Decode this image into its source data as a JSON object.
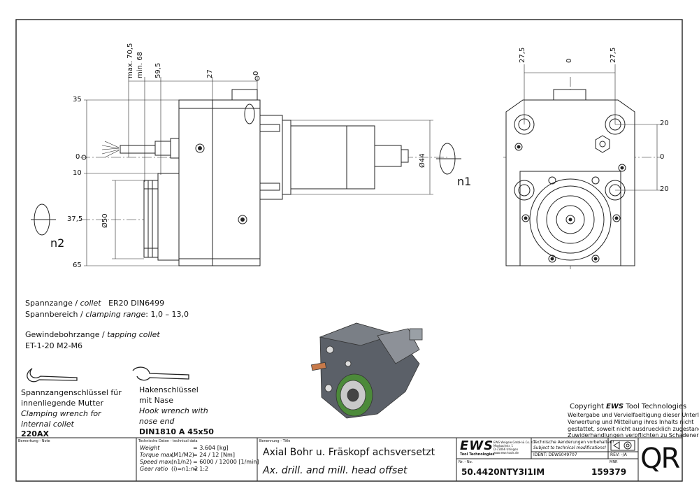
{
  "dims": {
    "side": {
      "top": [
        "max. 70,5",
        "min. 68",
        "59,5",
        "27",
        "0"
      ],
      "left": [
        "35",
        "0",
        "10",
        "37,5",
        "65"
      ],
      "dia50": "Ø50",
      "dia44": "Ø44",
      "n1": "n1",
      "n2": "n2"
    },
    "front": {
      "top": [
        "27,5",
        "0",
        "27,5"
      ],
      "right": [
        "20",
        "0",
        "20"
      ]
    }
  },
  "notes": {
    "collet_line1_de": "Spannzange /",
    "collet_line1_en": "collet",
    "collet_line1_spec": "ER20    DIN6499",
    "clamp_de": "Spannbereich /",
    "clamp_en": "clamping range",
    "clamp_val": ": 1,0 – 13,0",
    "tap_de": "Gewindebohrzange /",
    "tap_en": "tapping collet",
    "tap_spec": "ET-1-20   M2-M6"
  },
  "wrench1": {
    "de1": "Spannzangenschlüssel für",
    "de2": "innenliegende Mutter",
    "en1": "Clamping wrench for",
    "en2": "internal collet",
    "code": "220AX"
  },
  "wrench2": {
    "de1": "Hakenschlüssel",
    "de2": "mit Nase",
    "en1": "Hook wrench with",
    "en2": "nose end",
    "code": "DIN1810  A 45x50"
  },
  "copyright": {
    "prefix": "Copyright ",
    "brand": "EWS",
    "suffix": " Tool Technologies",
    "lines": [
      "Weitergabe und Vervielfaeltigung dieser Unterlage,",
      "Verwertung und Mitteilung ihres Inhalts nicht",
      "gestattet, soweit nicht ausdruecklich zugestanden.",
      "Zuwiderhandlungen verpflichten zu Schadenersatz."
    ]
  },
  "titleblock": {
    "note_label": "Bemerkung - Note",
    "tech_label": "Technische Daten - technical data",
    "tech_rows": [
      {
        "k": "Weight",
        "u": "",
        "v": "=   3.604  [kg]"
      },
      {
        "k": "Torque max.",
        "u": "(M1/M2)",
        "v": "=   24  /  12  [Nm]"
      },
      {
        "k": "Speed max.",
        "u": "(n1/n2)",
        "v": "=   6000  /  12000  [1/min]"
      },
      {
        "k": "Gear ratio",
        "u": "(i)=n1:n2",
        "v": "=   1:2"
      }
    ],
    "title_label": "Benennung - Title",
    "title_de": "Axial Bohr u. Fräskopf achsversetzt",
    "title_en": "Ax. drill. and mill. head offset",
    "logo": "EWS",
    "logo_sub": "Tool Technologies",
    "company_lines": [
      "EWS Weigele GmbH & Co. KG",
      "Maybachstr. 1",
      "D-73066 Uhingen",
      "www.ews-tools.de"
    ],
    "changes_de": "Technische Aenderungen vorbehalten!",
    "changes_en": "Subject to technical modifications!",
    "ident_label": "IDENT:",
    "ident_value": "DEWS049707",
    "rev_label": "REV:",
    "rev_value": "-/A",
    "nr_label": "Nr. - No.",
    "part_no": "50.4420NTY3I1IM",
    "mnr_label": "MNR",
    "mnr_value": "159379",
    "qr": "QR"
  }
}
